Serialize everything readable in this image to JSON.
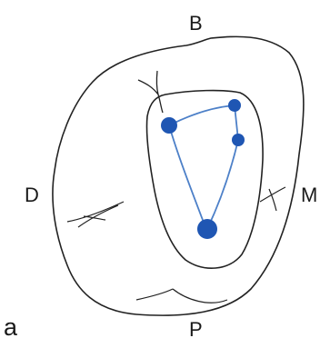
{
  "figure": {
    "panel_label": "a",
    "directions": {
      "top": "B",
      "left": "D",
      "right": "M",
      "bottom": "P"
    }
  },
  "colors": {
    "outline": "#222222",
    "accent": "#1f56b3",
    "accent_line": "#4d80c8",
    "background": "#ffffff"
  }
}
